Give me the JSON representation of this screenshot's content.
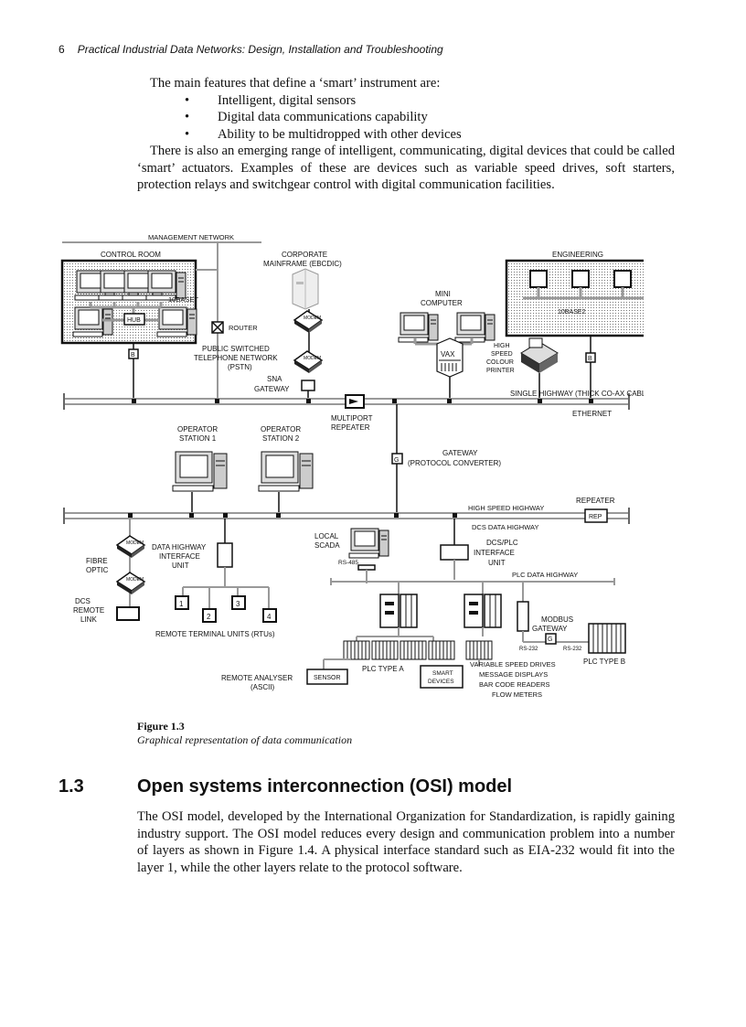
{
  "header": {
    "page_number": "6",
    "book_title": "Practical Industrial Data Networks: Design, Installation and Troubleshooting"
  },
  "intro": {
    "lead": "The main features that define a ‘smart’ instrument are:",
    "bullets": [
      "Intelligent, digital sensors",
      "Digital data communications capability",
      "Ability to be multidropped with other devices"
    ],
    "paragraph": "There is also an emerging range of intelligent, communicating, digital devices that could be called ‘smart’ actuators. Examples of these are devices such as variable speed drives, soft starters, protection relays and switchgear control with digital communication facilities."
  },
  "figure": {
    "labels": {
      "management_network": "MANAGEMENT NETWORK",
      "control_room": "CONTROL ROOM",
      "corporate_mainframe_1": "CORPORATE",
      "corporate_mainframe_2": "MAINFRAME (EBCDIC)",
      "engineering": "ENGINEERING",
      "tenbaset": "10BASET",
      "hub": "HUB",
      "router": "ROUTER",
      "modem": "MODEM",
      "mini_computer_1": "MINI",
      "mini_computer_2": "COMPUTER",
      "tenbase2": "10BASE2",
      "pstn_1": "PUBLIC SWITCHED",
      "pstn_2": "TELEPHONE NETWORK",
      "pstn_3": "(PSTN)",
      "vax": "VAX",
      "printer_1": "HIGH",
      "printer_2": "SPEED",
      "printer_3": "COLOUR",
      "printer_4": "PRINTER",
      "bridge": "B",
      "sna_1": "SNA",
      "sna_2": "GATEWAY",
      "single_highway": "SINGLE HIGHWAY (THICK CO-AX CABLE)",
      "multiport_1": "MULTIPORT",
      "multiport_2": "REPEATER",
      "ethernet": "ETHERNET",
      "op1_1": "OPERATOR",
      "op1_2": "STATION 1",
      "op2_1": "OPERATOR",
      "op2_2": "STATION 2",
      "gateway_1": "GATEWAY",
      "gateway_2": "(PROTOCOL CONVERTER)",
      "repeater": "REPEATER",
      "high_speed_highway": "HIGH SPEED HIGHWAY",
      "rep": "REP",
      "dcs_data_highway": "DCS DATA HIGHWAY",
      "local_scada_1": "LOCAL",
      "local_scada_2": "SCADA",
      "dhiu_1": "DATA HIGHWAY",
      "dhiu_2": "INTERFACE",
      "dhiu_3": "UNIT",
      "fibre_1": "FIBRE",
      "fibre_2": "OPTIC",
      "rs485": "RS-485",
      "dcsplc_1": "DCS/PLC",
      "dcsplc_2": "INTERFACE",
      "dcsplc_3": "UNIT",
      "plc_data_highway": "PLC DATA HIGHWAY",
      "dcs_remote_1": "DCS",
      "dcs_remote_2": "REMOTE",
      "dcs_remote_3": "LINK",
      "rtu_1": "1",
      "rtu_2": "2",
      "rtu_3": "3",
      "rtu_4": "4",
      "rtus": "REMOTE TERMINAL UNITS (RTUs)",
      "modbus_1": "MODBUS",
      "modbus_2": "GATEWAY",
      "modbus_g": "G",
      "rs232_a": "RS-232",
      "rs232_b": "RS-232",
      "plc_a": "PLC TYPE A",
      "plc_b": "PLC TYPE B",
      "analyser_1": "REMOTE ANALYSER",
      "analyser_2": "(ASCII)",
      "sensor": "SENSOR",
      "smart_1": "SMART",
      "smart_2": "DEVICES",
      "vsd": "VARIABLE SPEED DRIVES",
      "msg": "MESSAGE DISPLAYS",
      "bcr": "BAR CODE READERS",
      "flow": "FLOW METERS"
    }
  },
  "caption": {
    "number": "Figure 1.3",
    "text": "Graphical representation of data communication"
  },
  "section": {
    "number": "1.3",
    "title": "Open systems interconnection (OSI) model",
    "paragraph": "The OSI model, developed by the International Organization for Standardization, is rapidly gaining industry support. The OSI model reduces every design and communication problem into a number of layers as shown in Figure 1.4. A physical interface standard such as EIA-232 would fit into the layer 1, while the other layers relate to the protocol software."
  }
}
